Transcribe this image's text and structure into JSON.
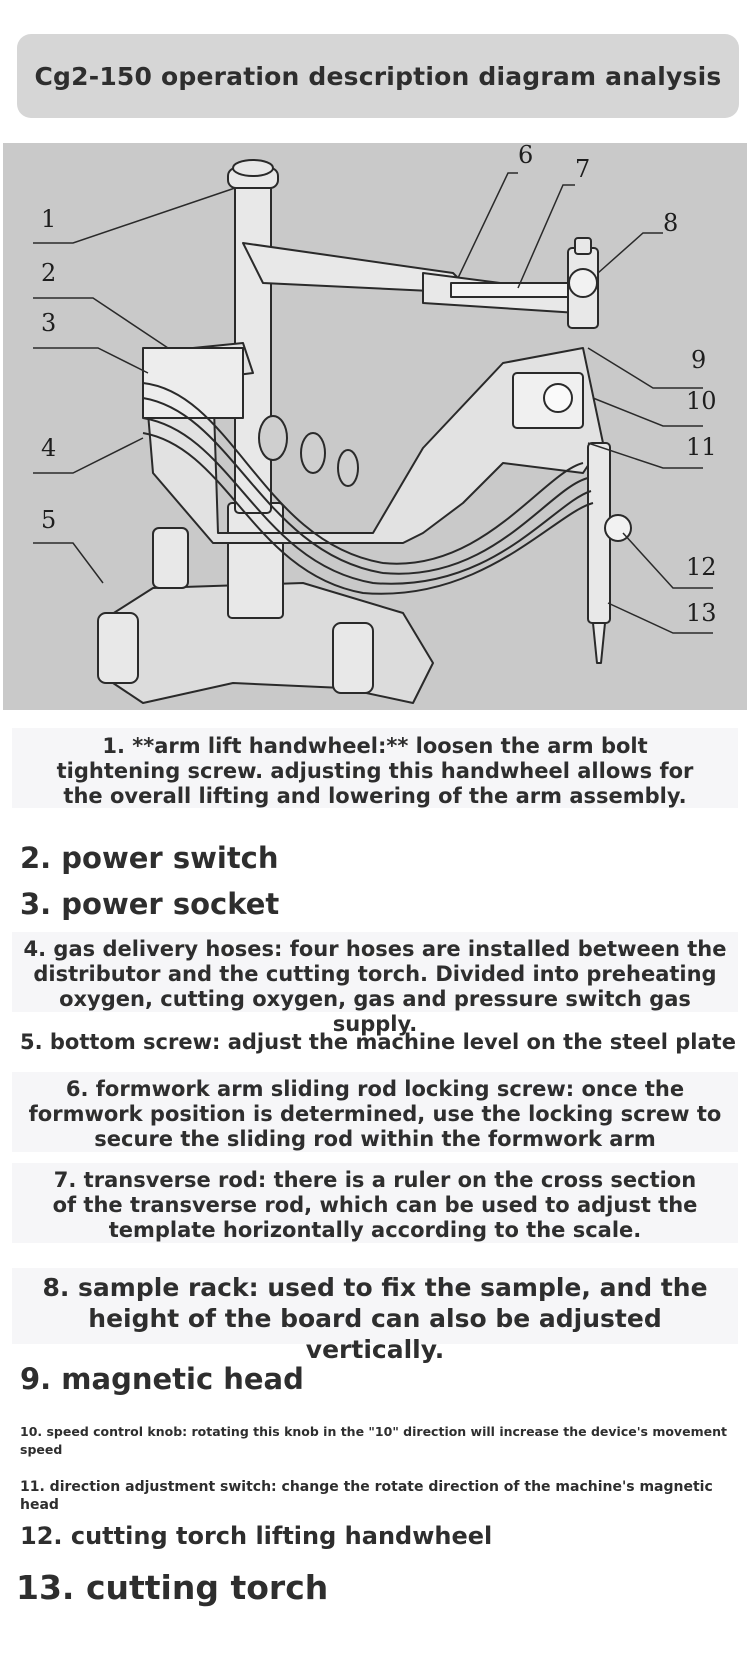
{
  "header": {
    "title": "Cg2-150 operation description diagram analysis"
  },
  "diagram": {
    "callouts": [
      "1",
      "2",
      "3",
      "4",
      "5",
      "6",
      "7",
      "8",
      "9",
      "10",
      "11",
      "12",
      "13"
    ]
  },
  "descriptions": [
    "1. **arm lift handwheel:** loosen the arm bolt tightening screw. adjusting this handwheel allows for the overall lifting and lowering of the arm assembly.",
    "2. power switch",
    "3. power socket",
    "4. gas delivery hoses: four hoses are installed between the distributor and the cutting torch. Divided into preheating oxygen, cutting oxygen, gas and pressure switch gas supply.",
    "5. bottom screw: adjust the machine level on the steel plate",
    "6. formwork arm sliding rod locking screw: once the formwork position is determined, use the locking screw to secure the sliding rod within the formwork arm",
    "7. transverse rod: there is a ruler on the cross section of the transverse rod, which can be used to adjust the template horizontally according to the scale.",
    "8. sample rack: used to fix the sample, and the height of the board can also be adjusted vertically.",
    "9. magnetic head",
    "10. speed control knob: rotating this knob in the \"10\" direction will increase the device's movement speed",
    "11. direction adjustment switch: change the rotate direction of the machine's magnetic head",
    "12. cutting torch lifting handwheel",
    "13. cutting torch"
  ]
}
